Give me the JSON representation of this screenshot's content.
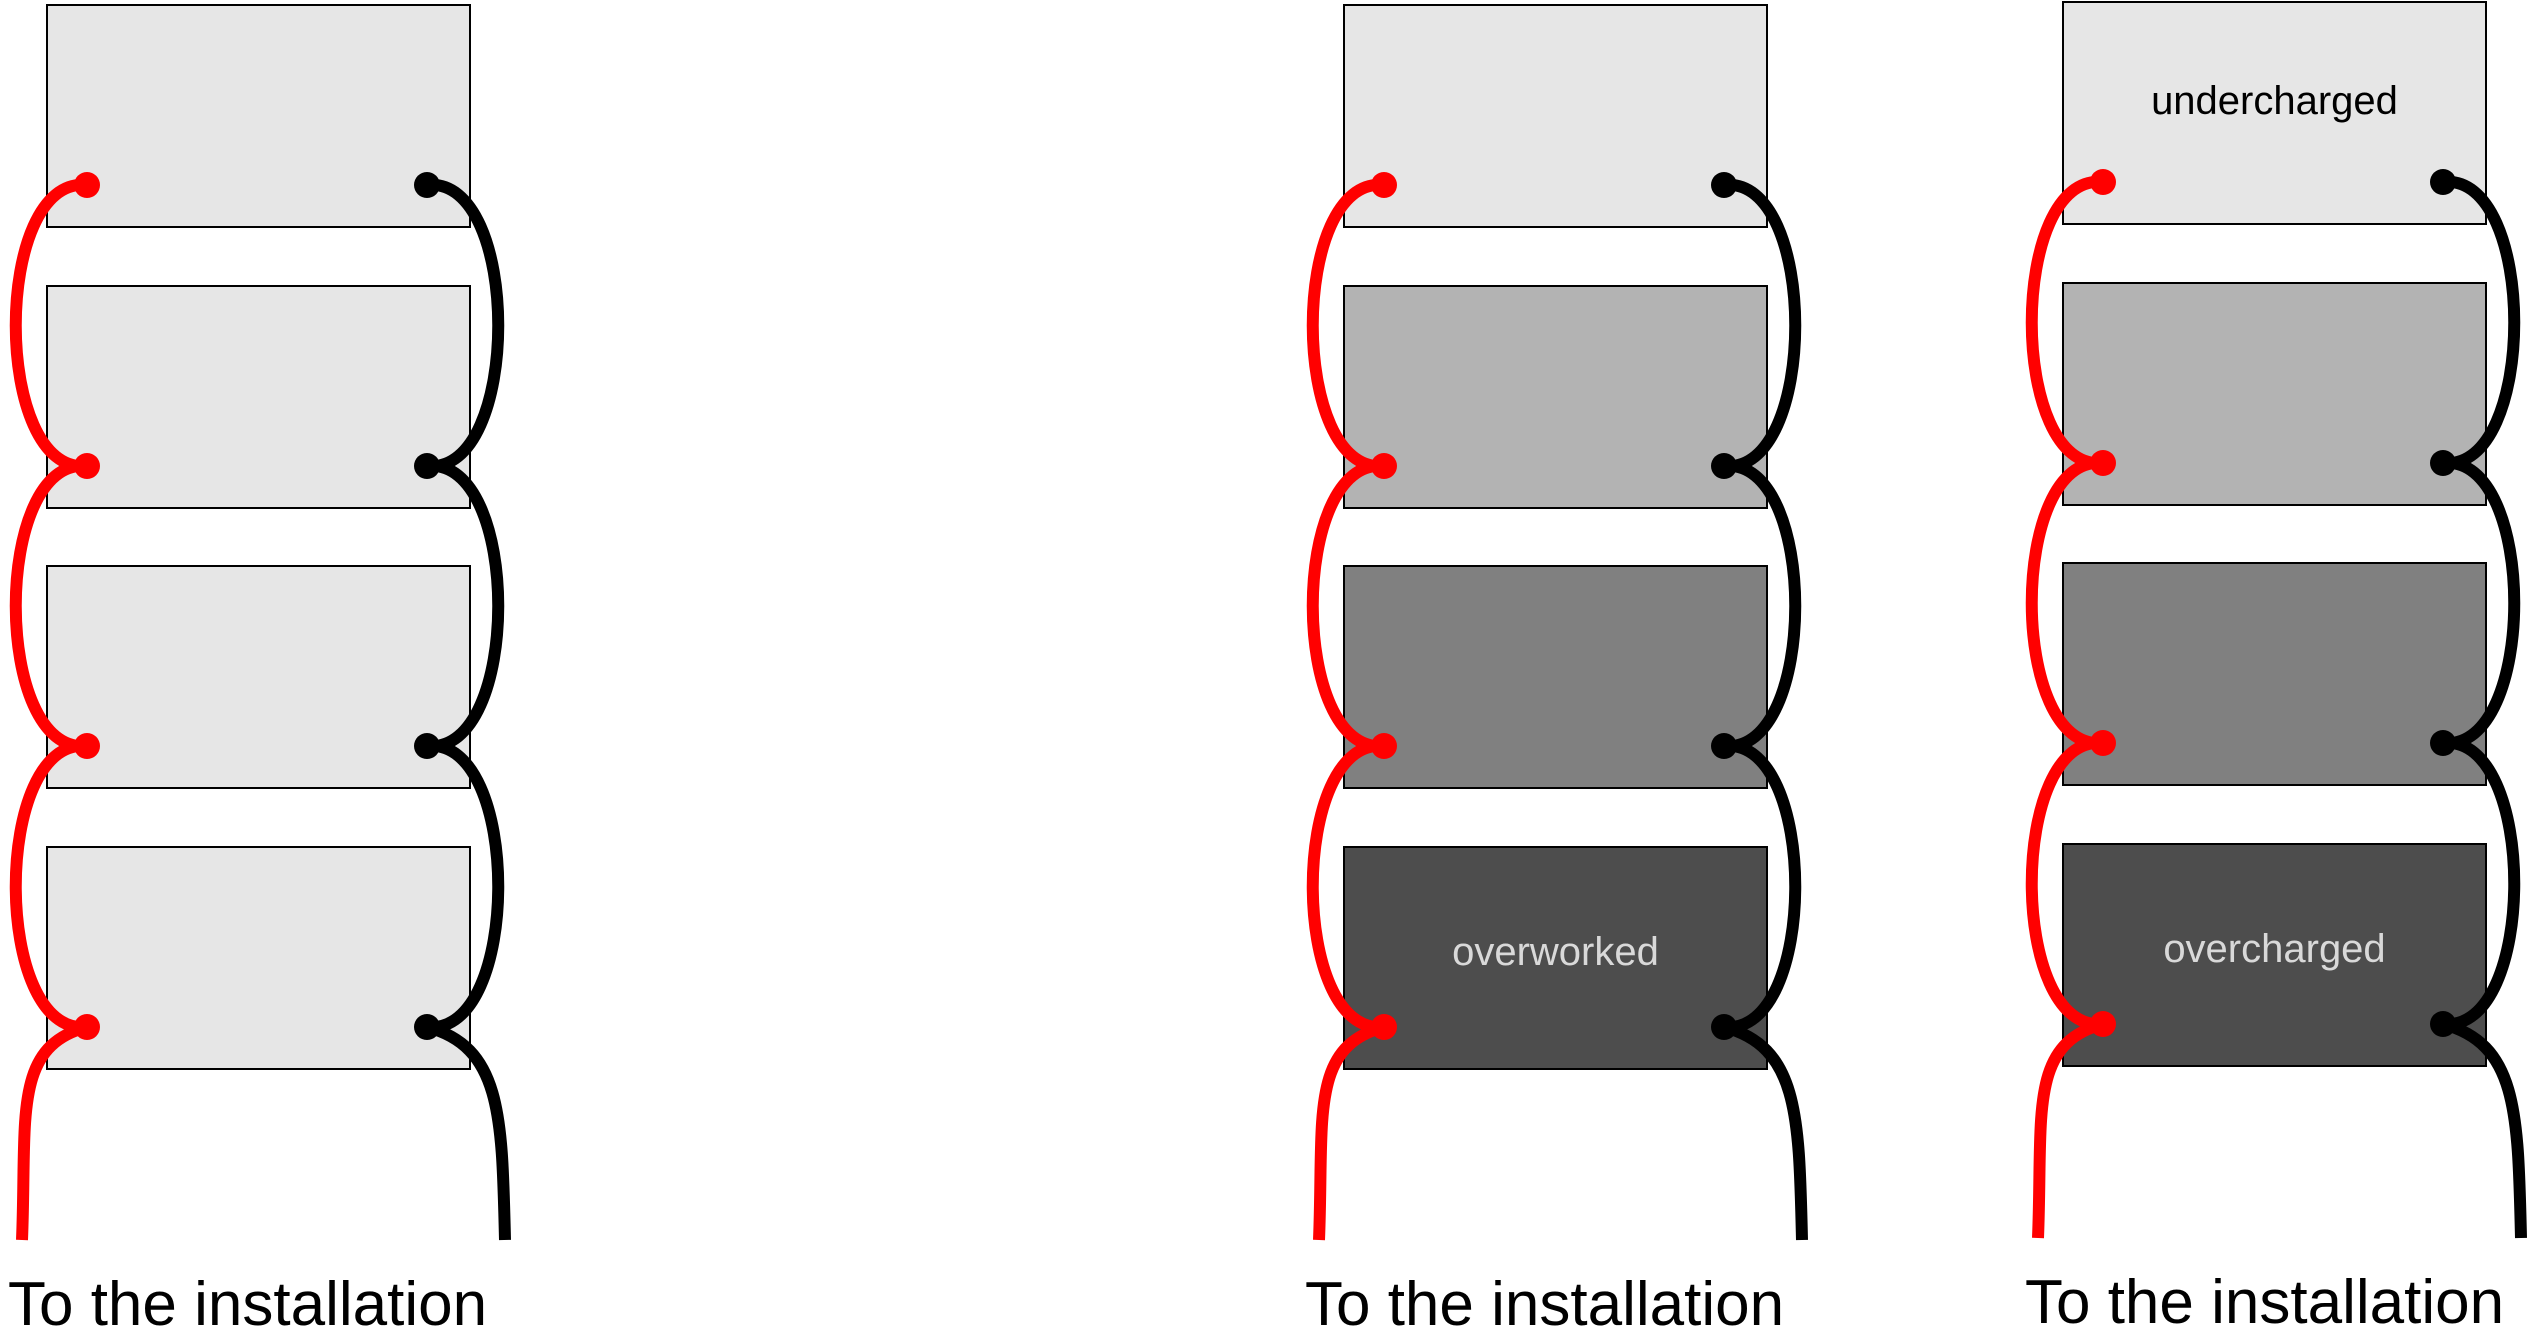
{
  "diagrams": [
    {
      "id": "left",
      "caption": "To the installation",
      "batteries": [
        {
          "fill": "#e6e6e6",
          "label": "",
          "label_color": "#000000"
        },
        {
          "fill": "#e6e6e6",
          "label": "",
          "label_color": "#000000"
        },
        {
          "fill": "#e6e6e6",
          "label": "",
          "label_color": "#000000"
        },
        {
          "fill": "#e6e6e6",
          "label": "",
          "label_color": "#000000"
        }
      ]
    },
    {
      "id": "middle",
      "caption": "To the installation",
      "batteries": [
        {
          "fill": "#e6e6e6",
          "label": "",
          "label_color": "#000000"
        },
        {
          "fill": "#b3b3b3",
          "label": "",
          "label_color": "#000000"
        },
        {
          "fill": "#808080",
          "label": "",
          "label_color": "#000000"
        },
        {
          "fill": "#4d4d4d",
          "label": "overworked",
          "label_color": "#d9d9d9"
        }
      ]
    },
    {
      "id": "right",
      "caption": "To the installation",
      "batteries": [
        {
          "fill": "#e6e6e6",
          "label": "undercharged",
          "label_color": "#000000"
        },
        {
          "fill": "#b3b3b3",
          "label": "",
          "label_color": "#000000"
        },
        {
          "fill": "#808080",
          "label": "",
          "label_color": "#000000"
        },
        {
          "fill": "#4d4d4d",
          "label": "overcharged",
          "label_color": "#d9d9d9"
        }
      ]
    }
  ],
  "colors": {
    "positive_wire": "#ff0000",
    "negative_wire": "#000000",
    "battery_border": "#000000",
    "caption_text": "#000000"
  }
}
